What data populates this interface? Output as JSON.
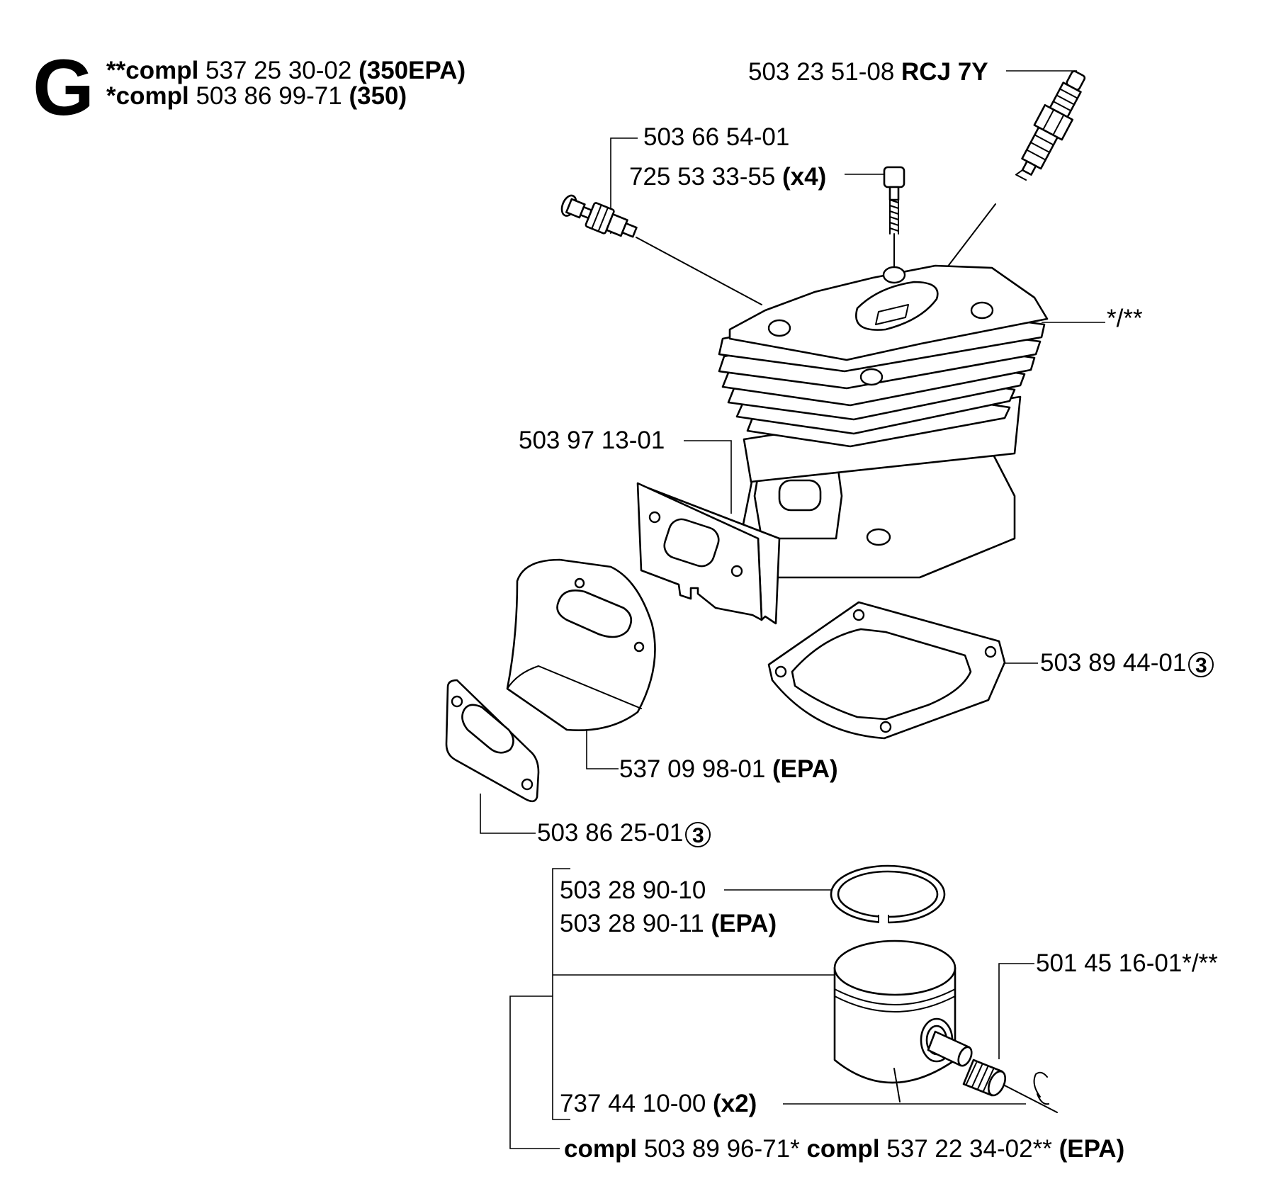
{
  "section": {
    "letter": "G"
  },
  "header": {
    "line1": {
      "prefix": "**compl",
      "number": "537 25 30-02",
      "model": "(350EPA)"
    },
    "line2": {
      "prefix": "*compl",
      "number": "503 86 99-71",
      "model": "(350)"
    }
  },
  "labels": {
    "spark_plug": {
      "number": "503 23 51-08",
      "suffix": "RCJ 7Y"
    },
    "decomp_valve": {
      "number": "503 66 54-01"
    },
    "screw": {
      "number": "725 53 33-55",
      "suffix": "(x4)"
    },
    "cylinder": {
      "number": "*/**"
    },
    "muffler_gasket": {
      "number": "503 97 13-01"
    },
    "cylinder_gasket": {
      "number": "503 89 44-01",
      "circle": "3"
    },
    "heat_shield": {
      "number": "537 09 98-01",
      "suffix": "(EPA)"
    },
    "intake_gasket": {
      "number": "503 86 25-01",
      "circle": "3"
    },
    "ring_1": {
      "number": "503 28 90-10"
    },
    "ring_2": {
      "number": "503 28 90-11",
      "suffix": "(EPA)"
    },
    "needle_bearing": {
      "number": "501 45 16-01*/**"
    },
    "circlip": {
      "number": "737 44 10-00",
      "suffix": "(x2)"
    },
    "piston_kit": {
      "prefix1": "compl",
      "number1": "503 89 96-71*",
      "prefix2": "compl",
      "number2": "537 22 34-02**",
      "suffix": "(EPA)"
    }
  }
}
